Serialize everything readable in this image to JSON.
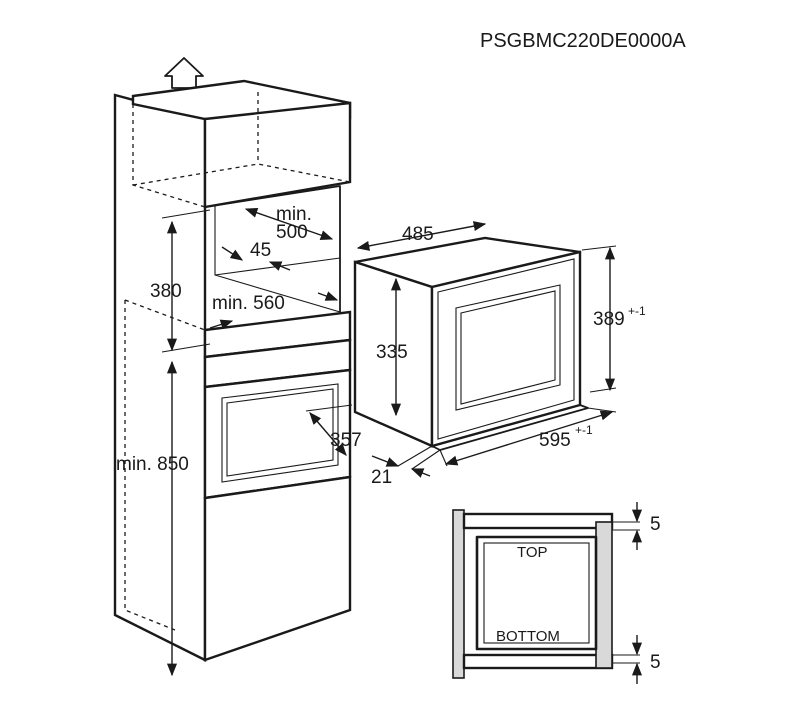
{
  "diagram": {
    "model_code": "PSGBMC220DE0000A",
    "cabinet": {
      "min_depth_label": "min.",
      "min_depth_value": "500",
      "gap_value": "45",
      "min_width_label": "min. 560",
      "niche_height": "380",
      "min_height_label": "min. 850"
    },
    "appliance": {
      "width": "485",
      "inner_height": "335",
      "height": "389",
      "height_tolerance": "+-1",
      "depth": "357",
      "front_width": "595",
      "front_width_tolerance": "+-1",
      "front_thickness": "21"
    },
    "detail": {
      "top_label": "TOP",
      "bottom_label": "BOTTOM",
      "top_gap": "5",
      "bottom_gap": "5"
    }
  }
}
